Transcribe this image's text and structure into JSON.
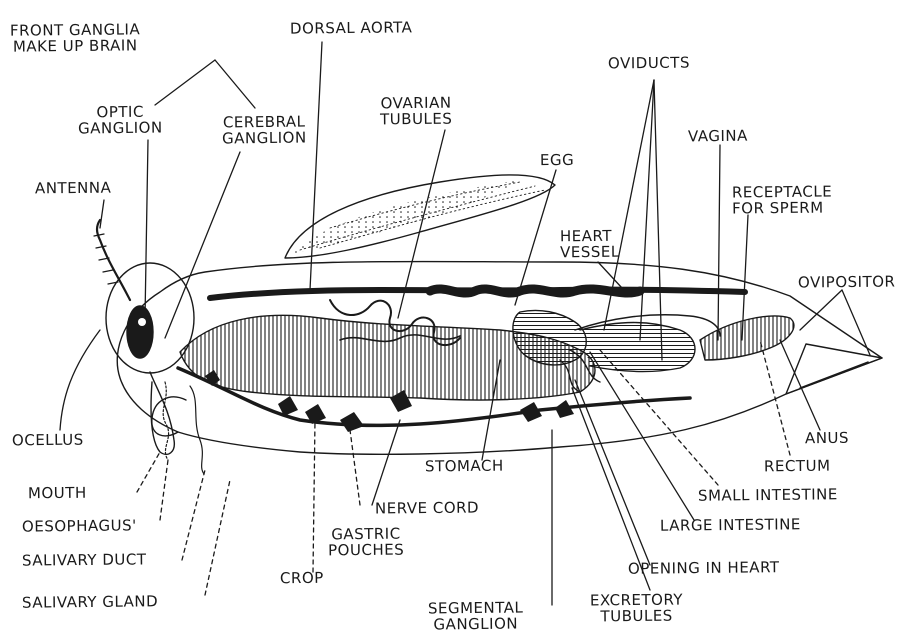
{
  "labels": {
    "front_ganglia": [
      "FRONT GANGLIA",
      "MAKE UP BRAIN"
    ],
    "dorsal_aorta": "DORSAL AORTA",
    "optic_ganglion": [
      "OPTIC",
      "GANGLION"
    ],
    "cerebral_ganglion": [
      "CEREBRAL",
      "GANGLION"
    ],
    "ovarian_tubules": [
      "OVARIAN",
      "TUBULES"
    ],
    "oviducts": "OVIDUCTS",
    "egg": "EGG",
    "vagina": "VAGINA",
    "antenna": "ANTENNA",
    "receptacle_for_sperm": [
      "RECEPTACLE",
      "FOR SPERM"
    ],
    "heart_vessel": [
      "HEART",
      "VESSEL"
    ],
    "ovipositor": "OVIPOSITOR",
    "ocellus": "OCELLUS",
    "anus": "ANUS",
    "rectum": "RECTUM",
    "stomach": "STOMACH",
    "mouth": "MOUTH",
    "small_intestine": "SMALL INTESTINE",
    "nerve_cord": "NERVE CORD",
    "oesophagus": "OESOPHAGUS'",
    "large_intestine": "LARGE INTESTINE",
    "gastric_pouches": [
      "GASTRIC",
      "POUCHES"
    ],
    "salivary_duct": "SALIVARY DUCT",
    "opening_in_heart": "OPENING IN HEART",
    "crop": "CROP",
    "salivary_gland": "SALIVARY GLAND",
    "segmental_ganglion": [
      "SEGMENTAL",
      "GANGLION"
    ],
    "excretory_tubules": [
      "EXCRETORY",
      "TUBULES"
    ]
  },
  "colors": {
    "ink": "#1a1a1a",
    "paper": "#ffffff"
  }
}
